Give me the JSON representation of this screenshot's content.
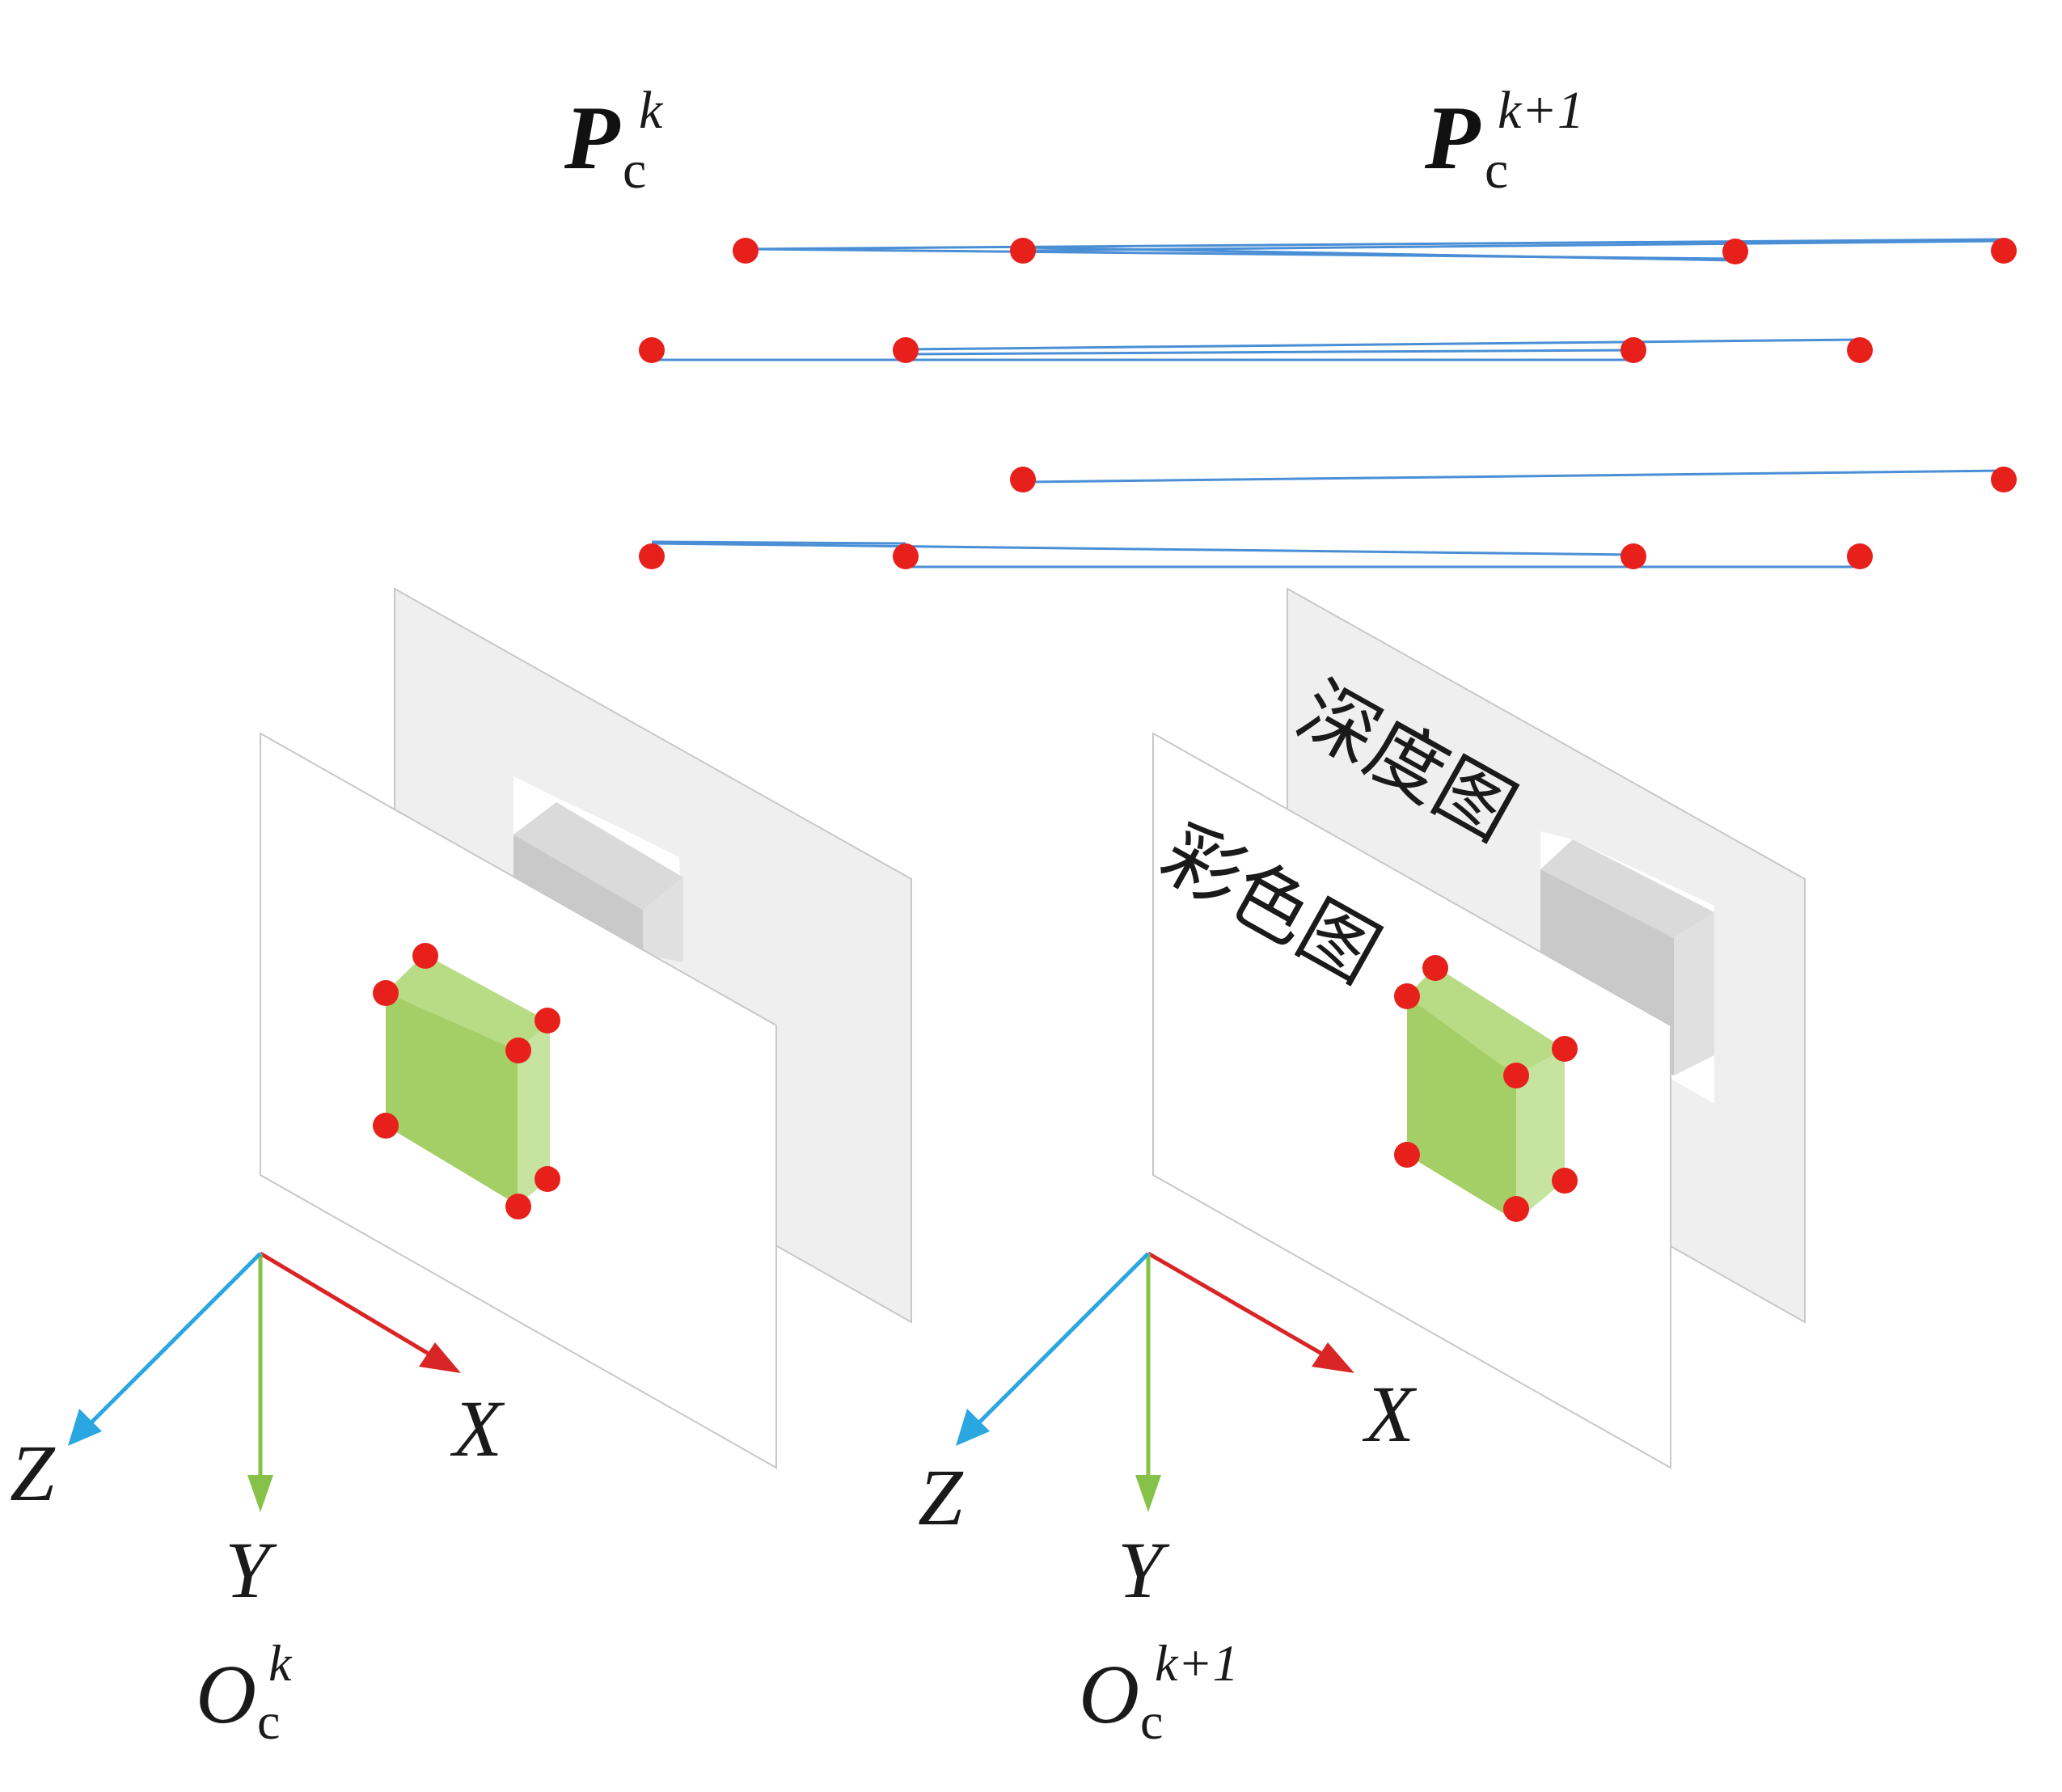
{
  "top_labels": {
    "left": {
      "main": "P",
      "sub": "c",
      "sup": "k"
    },
    "right": {
      "main": "P",
      "sub": "c",
      "sup": "k+1"
    }
  },
  "plane_labels": {
    "depth": "深度图",
    "color": "彩色图"
  },
  "axes": {
    "x": "X",
    "y": "Y",
    "z": "Z"
  },
  "origins": {
    "left": {
      "main": "O",
      "sub": "c",
      "sup": "k"
    },
    "right": {
      "main": "O",
      "sub": "c",
      "sup": "k+1"
    }
  },
  "colors": {
    "point": "#e8201c",
    "match_line": "#4a8fd6",
    "x_axis": "#d92525",
    "y_axis": "#86c24a",
    "z_axis": "#2aa6e0",
    "object": "#a4cf66",
    "plane_back": "#f0eff0",
    "plane_front": "#ffffff",
    "plane_edge": "#c8c8c8"
  }
}
